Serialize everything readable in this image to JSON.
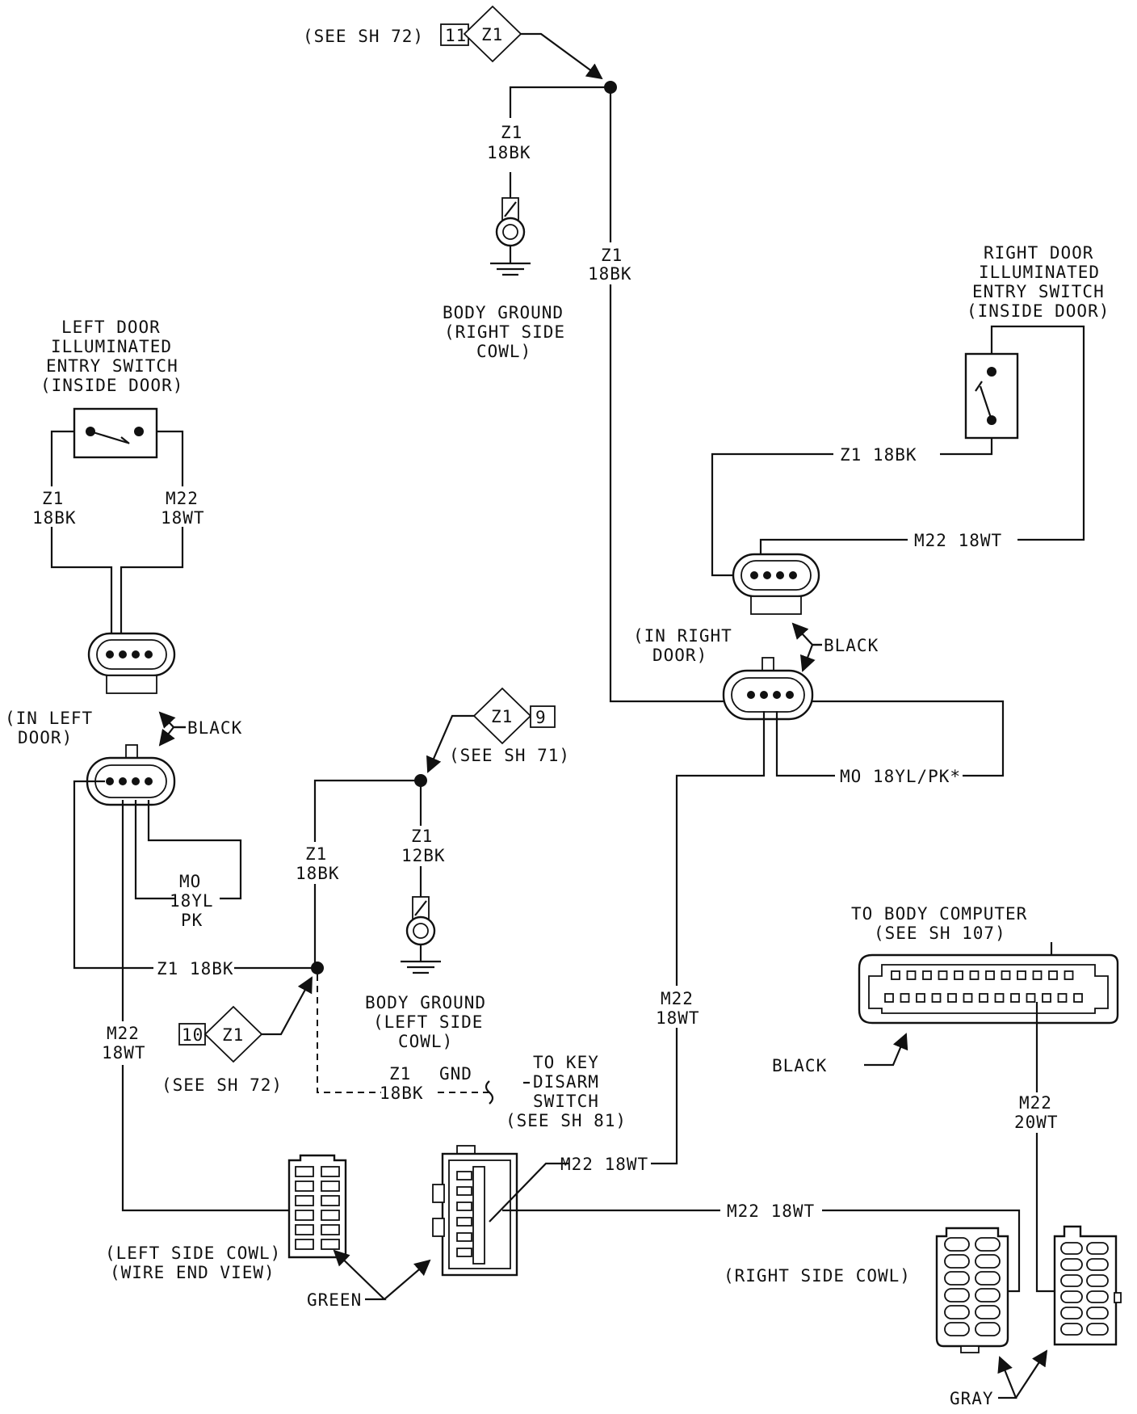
{
  "labels": {
    "top_ref_text": "(SEE SH 72)",
    "top_ref_num": "11",
    "top_ref_circuit": "Z1",
    "ground_right_wire_circuit": "Z1",
    "ground_right_wire_gauge": "18BK",
    "ground_right_line1": "BODY GROUND",
    "ground_right_line2": "(RIGHT SIDE",
    "ground_right_line3": "COWL)",
    "trunk_circuit": "Z1",
    "trunk_gauge": "18BK",
    "left_switch_line1": "LEFT DOOR",
    "left_switch_line2": "ILLUMINATED",
    "left_switch_line3": "ENTRY SWITCH",
    "left_switch_line4": "(INSIDE DOOR)",
    "left_sw_z1_circuit": "Z1",
    "left_sw_z1_gauge": "18BK",
    "left_sw_m22_circuit": "M22",
    "left_sw_m22_gauge": "18WT",
    "in_left_door_line1": "(IN LEFT",
    "in_left_door_line2": "DOOR)",
    "left_black": "BLACK",
    "mo_left_line1": "MO",
    "mo_left_line2": "18YL",
    "mo_left_line3": "PK",
    "left_z1_horizontal": "Z1 18BK",
    "left_m22_circuit": "M22",
    "left_m22_gauge": "18WT",
    "ref9_num": "9",
    "ref9_circuit": "Z1",
    "ref9_text": "(SEE SH 71)",
    "mid_z1_circuit": "Z1",
    "mid_z1_gauge": "18BK",
    "gl_wire_circuit": "Z1",
    "gl_wire_gauge": "12BK",
    "ground_left_line1": "BODY GROUND",
    "ground_left_line2": "(LEFT SIDE",
    "ground_left_line3": "COWL)",
    "ref10_num": "10",
    "ref10_circuit": "Z1",
    "ref10_text": "(SEE SH 72)",
    "dash_circuit": "Z1",
    "dash_gauge": "18BK",
    "gnd_label": "GND",
    "key_disarm_line1": "TO KEY",
    "key_disarm_line2": "DISARM",
    "key_disarm_line3": "SWITCH",
    "key_disarm_line4": "(SEE SH 81)",
    "right_switch_line1": "RIGHT DOOR",
    "right_switch_line2": "ILLUMINATED",
    "right_switch_line3": "ENTRY SWITCH",
    "right_switch_line4": "(INSIDE DOOR)",
    "right_sw_z1": "Z1 18BK",
    "right_sw_m22": "M22 18WT",
    "in_right_door_line1": "(IN RIGHT",
    "in_right_door_line2": "DOOR)",
    "right_black": "BLACK",
    "mo_right": "MO 18YL/PK*",
    "right_m22_circuit": "M22",
    "right_m22_gauge": "18WT",
    "body_computer_line1": "TO BODY COMPUTER",
    "body_computer_line2": "(SEE SH 107)",
    "bc_black": "BLACK",
    "bc_m22_circuit": "M22",
    "bc_m22_gauge": "20WT",
    "m22_to_green_conn": "M22 18WT",
    "m22_to_gray": "M22 18WT",
    "left_cowl_line1": "(LEFT SIDE COWL)",
    "left_cowl_line2": "(WIRE END VIEW)",
    "green_label": "GREEN",
    "right_cowl": "(RIGHT SIDE COWL)",
    "gray_label": "GRAY"
  }
}
